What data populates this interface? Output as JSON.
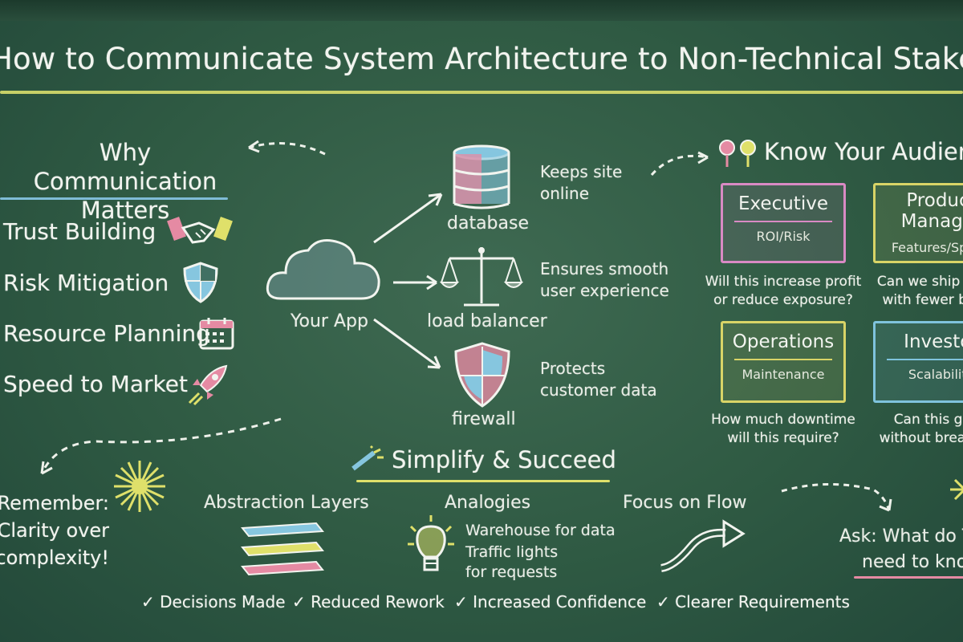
{
  "title": "How to Communicate System Architecture to Non-Technical Stakeholders",
  "why": {
    "heading": "Why Communication Matters",
    "items": [
      {
        "label": "Trust Building",
        "icon": "handshake-icon"
      },
      {
        "label": "Risk Mitigation",
        "icon": "shield-icon"
      },
      {
        "label": "Resource Planning",
        "icon": "calendar-icon"
      },
      {
        "label": "Speed to Market",
        "icon": "rocket-icon"
      }
    ]
  },
  "architecture": {
    "app_label": "Your App",
    "components": [
      {
        "label": "database",
        "description_1": "Keeps site",
        "description_2": "online",
        "icon": "database-icon"
      },
      {
        "label": "load balancer",
        "description_1": "Ensures smooth",
        "description_2": "user experience",
        "icon": "scales-icon"
      },
      {
        "label": "firewall",
        "description_1": "Protects",
        "description_2": "customer data",
        "icon": "firewall-shield-icon"
      }
    ]
  },
  "audience": {
    "heading": "Know Your Audience",
    "cards": [
      {
        "title": "Executive",
        "subtitle": "ROI/Risk",
        "question_1": "Will this increase profit",
        "question_2": "or reduce exposure?",
        "color": "#d98ac4"
      },
      {
        "title": "Product Manager",
        "subtitle": "Features/Speed",
        "question_1": "Can we ship faster",
        "question_2": "with fewer bugs?",
        "color": "#d9d467"
      },
      {
        "title": "Operations",
        "subtitle": "Maintenance",
        "question_1": "How much downtime",
        "question_2": "will this require?",
        "color": "#d9d467"
      },
      {
        "title": "Investor",
        "subtitle": "Scalability",
        "question_1": "Can this grow",
        "question_2": "without breaking?",
        "color": "#7fc3dd"
      }
    ]
  },
  "remember": {
    "line_1": "Remember:",
    "line_2": "Clarity over",
    "line_3": "complexity!"
  },
  "simplify": {
    "heading": "Simplify & Succeed",
    "abstraction": {
      "heading": "Abstraction Layers"
    },
    "analogies": {
      "heading": "Analogies",
      "line_1": "Warehouse for data",
      "line_2": "Traffic lights",
      "line_3": "for requests"
    },
    "flow": {
      "heading": "Focus on Flow"
    },
    "outcomes": [
      "✓ Decisions Made",
      "✓ Reduced Rework",
      "✓ Increased Confidence",
      "✓ Clearer Requirements"
    ]
  },
  "ask": {
    "line_1": "Ask: What do They",
    "line_2": "need to know?"
  },
  "colors": {
    "pink": "#e58aa3",
    "yellow": "#dfe06a",
    "blue": "#86c6df",
    "chalk": "#f2f4ef"
  }
}
